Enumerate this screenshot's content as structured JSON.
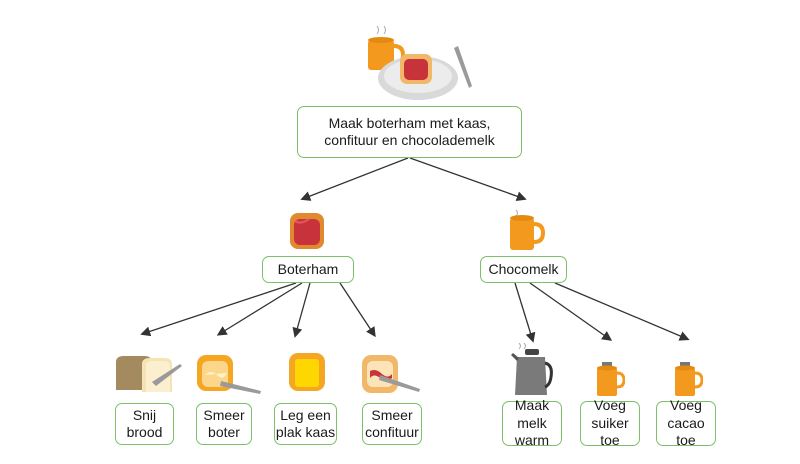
{
  "root": {
    "label_line1": "Maak boterham met kaas,",
    "label_line2": "confituur en chocolademelk",
    "icon": "breakfast-plate-icon"
  },
  "branches": [
    {
      "label": "Boterham",
      "icon": "jam-sandwich-icon",
      "children": [
        {
          "lines": [
            "Snij",
            "brood"
          ],
          "icon": "bread-loaf-icon"
        },
        {
          "lines": [
            "Smeer",
            "boter"
          ],
          "icon": "butter-toast-icon"
        },
        {
          "lines": [
            "Leg een",
            "plak kaas"
          ],
          "icon": "cheese-toast-icon"
        },
        {
          "lines": [
            "Smeer",
            "confituur"
          ],
          "icon": "jam-toast-icon"
        }
      ]
    },
    {
      "label": "Chocomelk",
      "icon": "orange-mug-icon",
      "children": [
        {
          "lines": [
            "Maak",
            "melk",
            "warm"
          ],
          "icon": "kettle-icon"
        },
        {
          "lines": [
            "Voeg",
            "suiker",
            "toe"
          ],
          "icon": "sugar-mug-icon"
        },
        {
          "lines": [
            "Voeg",
            "cacao",
            "toe"
          ],
          "icon": "cacao-mug-icon"
        }
      ]
    }
  ],
  "colors": {
    "node_border": "#7cc068",
    "arrow": "#333333",
    "mug": "#f39a1e",
    "jam": "#c8323a",
    "toast": "#f2b86a"
  }
}
